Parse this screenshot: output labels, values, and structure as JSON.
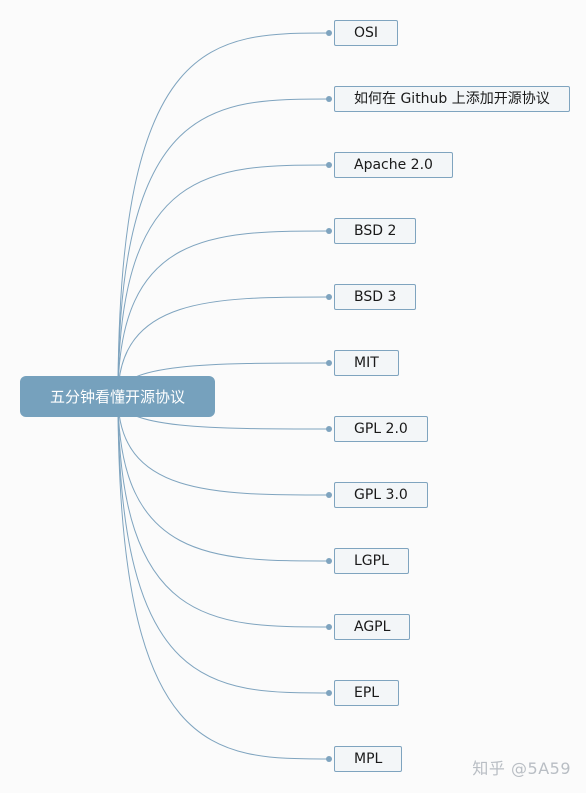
{
  "mindmap": {
    "root": "五分钟看懂开源协议",
    "children": [
      "OSI",
      "如何在 Github 上添加开源协议",
      "Apache 2.0",
      "BSD 2",
      "BSD 3",
      "MIT",
      "GPL 2.0",
      "GPL 3.0",
      "LGPL",
      "AGPL",
      "EPL",
      "MPL"
    ]
  },
  "colors": {
    "link": "#7fa4bf",
    "root_fill": "#76a1bd",
    "child_fill": "#f3f6f8",
    "child_border": "#7fa4bf"
  },
  "watermark": "知乎 @5A59"
}
